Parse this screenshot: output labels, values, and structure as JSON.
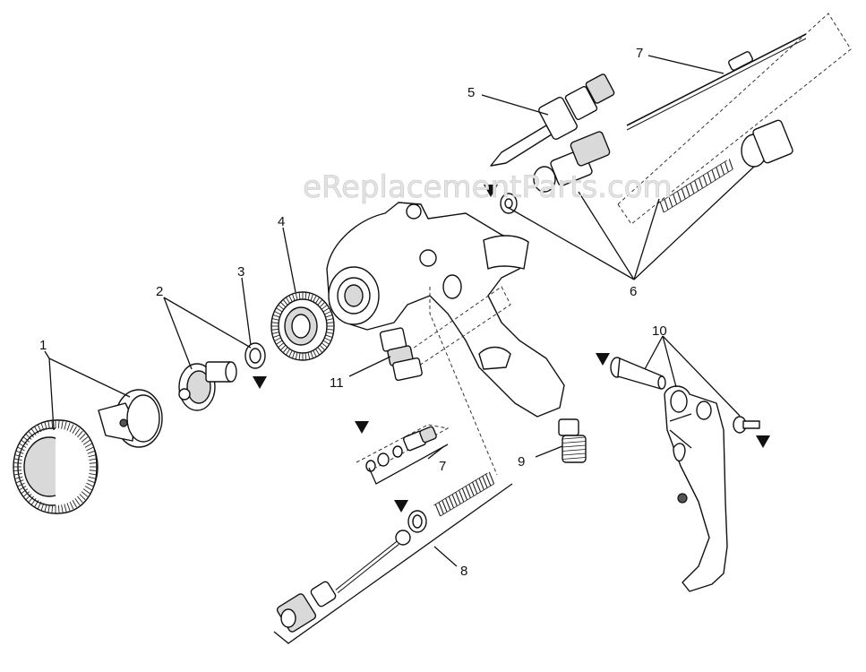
{
  "watermark": "eReplacementParts.com",
  "callouts": [
    {
      "id": "c1",
      "label": "1"
    },
    {
      "id": "c2",
      "label": "2"
    },
    {
      "id": "c3",
      "label": "3"
    },
    {
      "id": "c4",
      "label": "4"
    },
    {
      "id": "c5",
      "label": "5"
    },
    {
      "id": "c6",
      "label": "6"
    },
    {
      "id": "c7a",
      "label": "7"
    },
    {
      "id": "c7b",
      "label": "7"
    },
    {
      "id": "c8",
      "label": "8"
    },
    {
      "id": "c9",
      "label": "9"
    },
    {
      "id": "c10",
      "label": "10"
    },
    {
      "id": "c11",
      "label": "11"
    }
  ],
  "marker_icon": "triangle-down-icon",
  "colors": {
    "ink": "#111111",
    "watermark": "#e3e3e3"
  }
}
